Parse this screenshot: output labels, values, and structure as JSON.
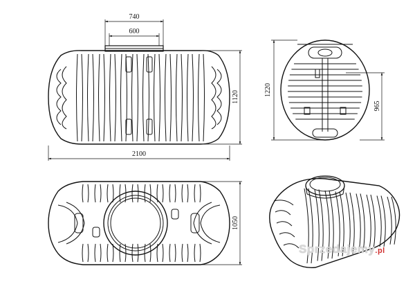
{
  "dimensions": {
    "top_outer": "740",
    "top_inner": "600",
    "length": "2100",
    "height_side": "1120",
    "height_front": "1220",
    "height_front_partial": "965",
    "height_end": "1050"
  },
  "watermark": {
    "text": "Sprzedajemy",
    "suffix": ".pl"
  },
  "colors": {
    "line": "#111111",
    "watermark_accent": "#d03030"
  }
}
